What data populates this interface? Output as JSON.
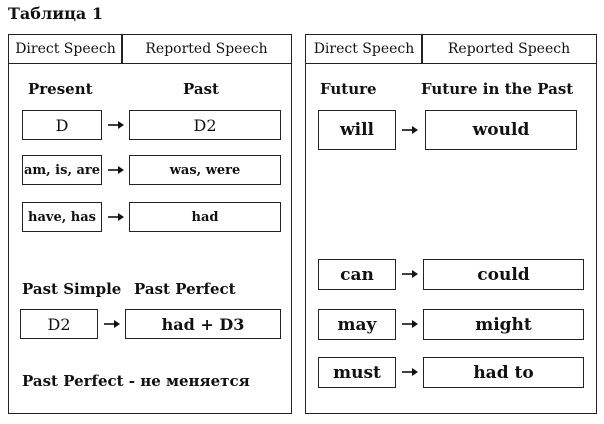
{
  "title": "Таблица 1",
  "left": {
    "header": [
      "Direct Speech",
      "Reported Speech"
    ],
    "section1": {
      "from": "Present",
      "to": "Past"
    },
    "rows1": [
      {
        "from": "D",
        "to": "D2"
      },
      {
        "from": "am, is, are",
        "to": "was, were"
      },
      {
        "from": "have, has",
        "to": "had"
      }
    ],
    "section2": {
      "from": "Past Simple",
      "to": "Past Perfect"
    },
    "rows2": [
      {
        "from": "D2",
        "to": "had + D3"
      }
    ],
    "note": "Past Perfect - не меняется"
  },
  "right": {
    "header": [
      "Direct Speech",
      "Reported Speech"
    ],
    "section": {
      "from": "Future",
      "to": "Future in the Past"
    },
    "rows": [
      {
        "from": "will",
        "to": "would"
      },
      {
        "from": "can",
        "to": "could"
      },
      {
        "from": "may",
        "to": "might"
      },
      {
        "from": "must",
        "to": "had to"
      }
    ]
  },
  "icons": {
    "arrow": "right-arrow-icon"
  }
}
